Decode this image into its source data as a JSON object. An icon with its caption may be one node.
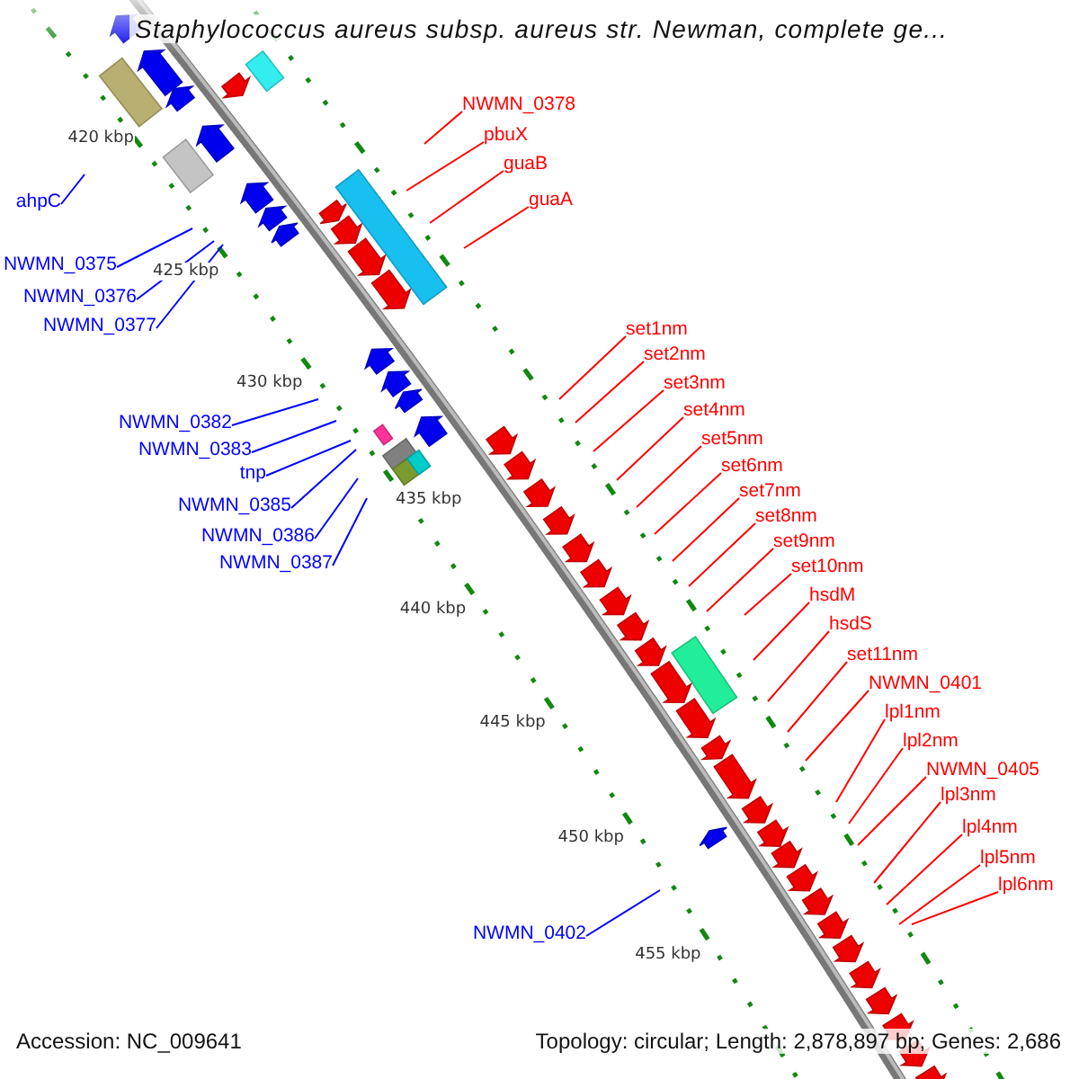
{
  "diagram": {
    "title": "Staphylococcus aureus subsp. aureus str. Newman, complete ge...",
    "nodes": [
      {
        "text": [
          "ahpC"
        ]
      },
      {
        "text": [
          "NWMN_0375"
        ]
      },
      {
        "text": [
          "NWMN_0376"
        ]
      },
      {
        "text": [
          "NWMN_0377"
        ]
      },
      {
        "text": [
          "NWMN_0382"
        ]
      },
      {
        "text": [
          "NWMN_0383"
        ]
      },
      {
        "text": [
          "tnp"
        ]
      },
      {
        "text": [
          "NWMN_0385"
        ]
      },
      {
        "text": [
          "NWMN_0386"
        ]
      },
      {
        "text": [
          "NWMN_0387"
        ]
      },
      {
        "text": [
          "NWMN_0402"
        ]
      },
      {
        "text": [
          "NWMN_0378"
        ]
      },
      {
        "text": [
          "pbuX"
        ]
      },
      {
        "text": [
          "guaB"
        ]
      },
      {
        "text": [
          "guaA"
        ]
      },
      {
        "text": [
          "set1nm"
        ]
      },
      {
        "text": [
          "set2nm"
        ]
      },
      {
        "text": [
          "set3nm"
        ]
      },
      {
        "text": [
          "set4nm"
        ]
      },
      {
        "text": [
          "set5nm"
        ]
      },
      {
        "text": [
          "set6nm"
        ]
      },
      {
        "text": [
          "set7nm"
        ]
      },
      {
        "text": [
          "set8nm"
        ]
      },
      {
        "text": [
          "set9nm"
        ]
      },
      {
        "text": [
          "set10nm"
        ]
      },
      {
        "text": [
          "hsdM"
        ]
      },
      {
        "text": [
          "hsdS"
        ]
      },
      {
        "text": [
          "set11nm"
        ]
      },
      {
        "text": [
          "NWMN_0401"
        ]
      },
      {
        "text": [
          "lpl1nm"
        ]
      },
      {
        "text": [
          "lpl2nm"
        ]
      },
      {
        "text": [
          "NWMN_0405"
        ]
      },
      {
        "text": [
          "lpl3nm"
        ]
      },
      {
        "text": [
          "lpl4nm"
        ]
      },
      {
        "text": [
          "lpl5nm"
        ]
      },
      {
        "text": [
          "lpl6nm"
        ]
      }
    ],
    "edges": [
      {
        "from": 0,
        "to": null,
        "arrow": "none",
        "color": "#0000ff"
      },
      {
        "from": 1,
        "to": null,
        "arrow": "none",
        "color": "#0000ff"
      },
      {
        "from": 2,
        "to": null,
        "arrow": "none",
        "color": "#0000ff"
      },
      {
        "from": 3,
        "to": null,
        "arrow": "none",
        "color": "#0000ff"
      },
      {
        "from": 4,
        "to": null,
        "arrow": "none",
        "color": "#0000ff"
      },
      {
        "from": 5,
        "to": null,
        "arrow": "none",
        "color": "#0000ff"
      },
      {
        "from": 6,
        "to": null,
        "arrow": "none",
        "color": "#0000ff"
      },
      {
        "from": 7,
        "to": null,
        "arrow": "none",
        "color": "#0000ff"
      },
      {
        "from": 8,
        "to": null,
        "arrow": "none",
        "color": "#0000ff"
      },
      {
        "from": 9,
        "to": null,
        "arrow": "none",
        "color": "#0000ff"
      },
      {
        "from": 10,
        "to": null,
        "arrow": "none",
        "color": "#0000ff"
      },
      {
        "from": 11,
        "to": null,
        "arrow": "none"
      },
      {
        "from": 12,
        "to": null,
        "arrow": "none"
      },
      {
        "from": 13,
        "to": null,
        "arrow": "none"
      },
      {
        "from": 14,
        "to": null,
        "arrow": "none"
      },
      {
        "from": 15,
        "to": null,
        "arrow": "none"
      },
      {
        "from": 16,
        "to": null,
        "arrow": "none"
      },
      {
        "from": 17,
        "to": null,
        "arrow": "none"
      },
      {
        "from": 18,
        "to": null,
        "arrow": "none"
      },
      {
        "from": 19,
        "to": null,
        "arrow": "none"
      },
      {
        "from": 20,
        "to": null,
        "arrow": "none"
      },
      {
        "from": 21,
        "to": null,
        "arrow": "none"
      },
      {
        "from": 22,
        "to": null,
        "arrow": "none"
      },
      {
        "from": 23,
        "to": null,
        "arrow": "none"
      },
      {
        "from": 24,
        "to": null,
        "arrow": "none"
      },
      {
        "from": 25,
        "to": null,
        "arrow": "none"
      },
      {
        "from": 26,
        "to": null,
        "arrow": "none"
      },
      {
        "from": 27,
        "to": null,
        "arrow": "none"
      },
      {
        "from": 28,
        "to": null,
        "arrow": "none"
      },
      {
        "from": 29,
        "to": null,
        "arrow": "none"
      },
      {
        "from": 30,
        "to": null,
        "arrow": "none"
      },
      {
        "from": 31,
        "to": null,
        "arrow": "none"
      },
      {
        "from": 32,
        "to": null,
        "arrow": "none"
      },
      {
        "from": 33,
        "to": null,
        "arrow": "none"
      },
      {
        "from": 34,
        "to": null,
        "arrow": "none"
      },
      {
        "from": 35,
        "to": null,
        "arrow": "none"
      }
    ],
    "labels": [
      "420 kbp",
      "425 kbp",
      "430 kbp",
      "435 kbp",
      "440 kbp",
      "445 kbp",
      "450 kbp",
      "455 kbp",
      "Accession: NC_009641",
      "Topology: circular; Length: 2,878,897 bp; Genes: 2,686"
    ]
  }
}
